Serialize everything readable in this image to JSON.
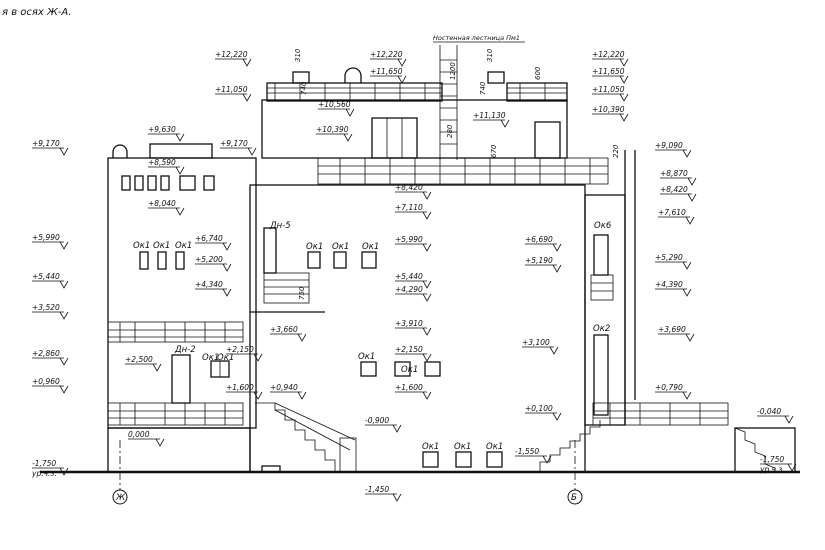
{
  "title": "я в осях Ж-А.",
  "note_ladder": "Ностенная лестница Пм1",
  "axes": [
    "Ж",
    "Б"
  ],
  "windows": {
    "ok1": "Ок1",
    "ok2": "Ок2",
    "ok6": "Ок6",
    "ok10": "Ок10",
    "ok15": "Ок15",
    "dn5": "Дн-5",
    "dn2": "Дн-2"
  },
  "levels": {
    "l12220a": "+12,220",
    "l12220b": "+12,220",
    "l12220c": "+12,220",
    "l11650a": "+11,650",
    "l11650b": "+11,650",
    "l11050a": "+11,050",
    "l11050b": "+11,050",
    "l10560": "+10,560",
    "l10390a": "+10,390",
    "l10390b": "+10,390",
    "l11130": "+11,130",
    "l9630": "+9,630",
    "l9170a": "+9,170",
    "l9170b": "+9,170",
    "l9090": "+9,090",
    "l8870": "+8,870",
    "l8590": "+8,590",
    "l8420a": "+8,420",
    "l8420b": "+8,420",
    "l8040": "+8,040",
    "l7610": "+7,610",
    "l7110": "+7,110",
    "l6740": "+6,740",
    "l6690": "+6,690",
    "l5990a": "+5,990",
    "l5990b": "+5,990",
    "l5440a": "+5,440",
    "l5440b": "+5,440",
    "l5290": "+5,290",
    "l5200": "+5,200",
    "l5190": "+5,190",
    "l4390": "+4,390",
    "l4340": "+4,340",
    "l4290": "+4,290",
    "l3910": "+3,910",
    "l3690": "+3,690",
    "l3660": "+3,660",
    "l3520": "+3,520",
    "l3100": "+3,100",
    "l2860": "+2,860",
    "l2500": "+2,500",
    "l2150a": "+2,150",
    "l2150b": "+2,150",
    "l1600a": "+1,600",
    "l1600b": "+1,600",
    "l0960": "+0,960",
    "l0940": "+0,940",
    "l0790": "+0,790",
    "l0100": "+0,100",
    "l0000": "0,000",
    "lm0040": "-0,040",
    "lm0900": "-0,900",
    "lm1450": "-1,450",
    "lm1550": "-1,550",
    "lm1750a": "-1,750",
    "lm1750b": "-1,750",
    "ur1": "ур.ч.з.",
    "ur2": "ур.ч.з."
  },
  "dims": {
    "d310a": "310",
    "d310b": "310",
    "d1200": "1200",
    "d740a": "740",
    "d740b": "740",
    "d600": "600",
    "d670": "670",
    "d220": "220",
    "d280": "280",
    "d750": "750"
  }
}
